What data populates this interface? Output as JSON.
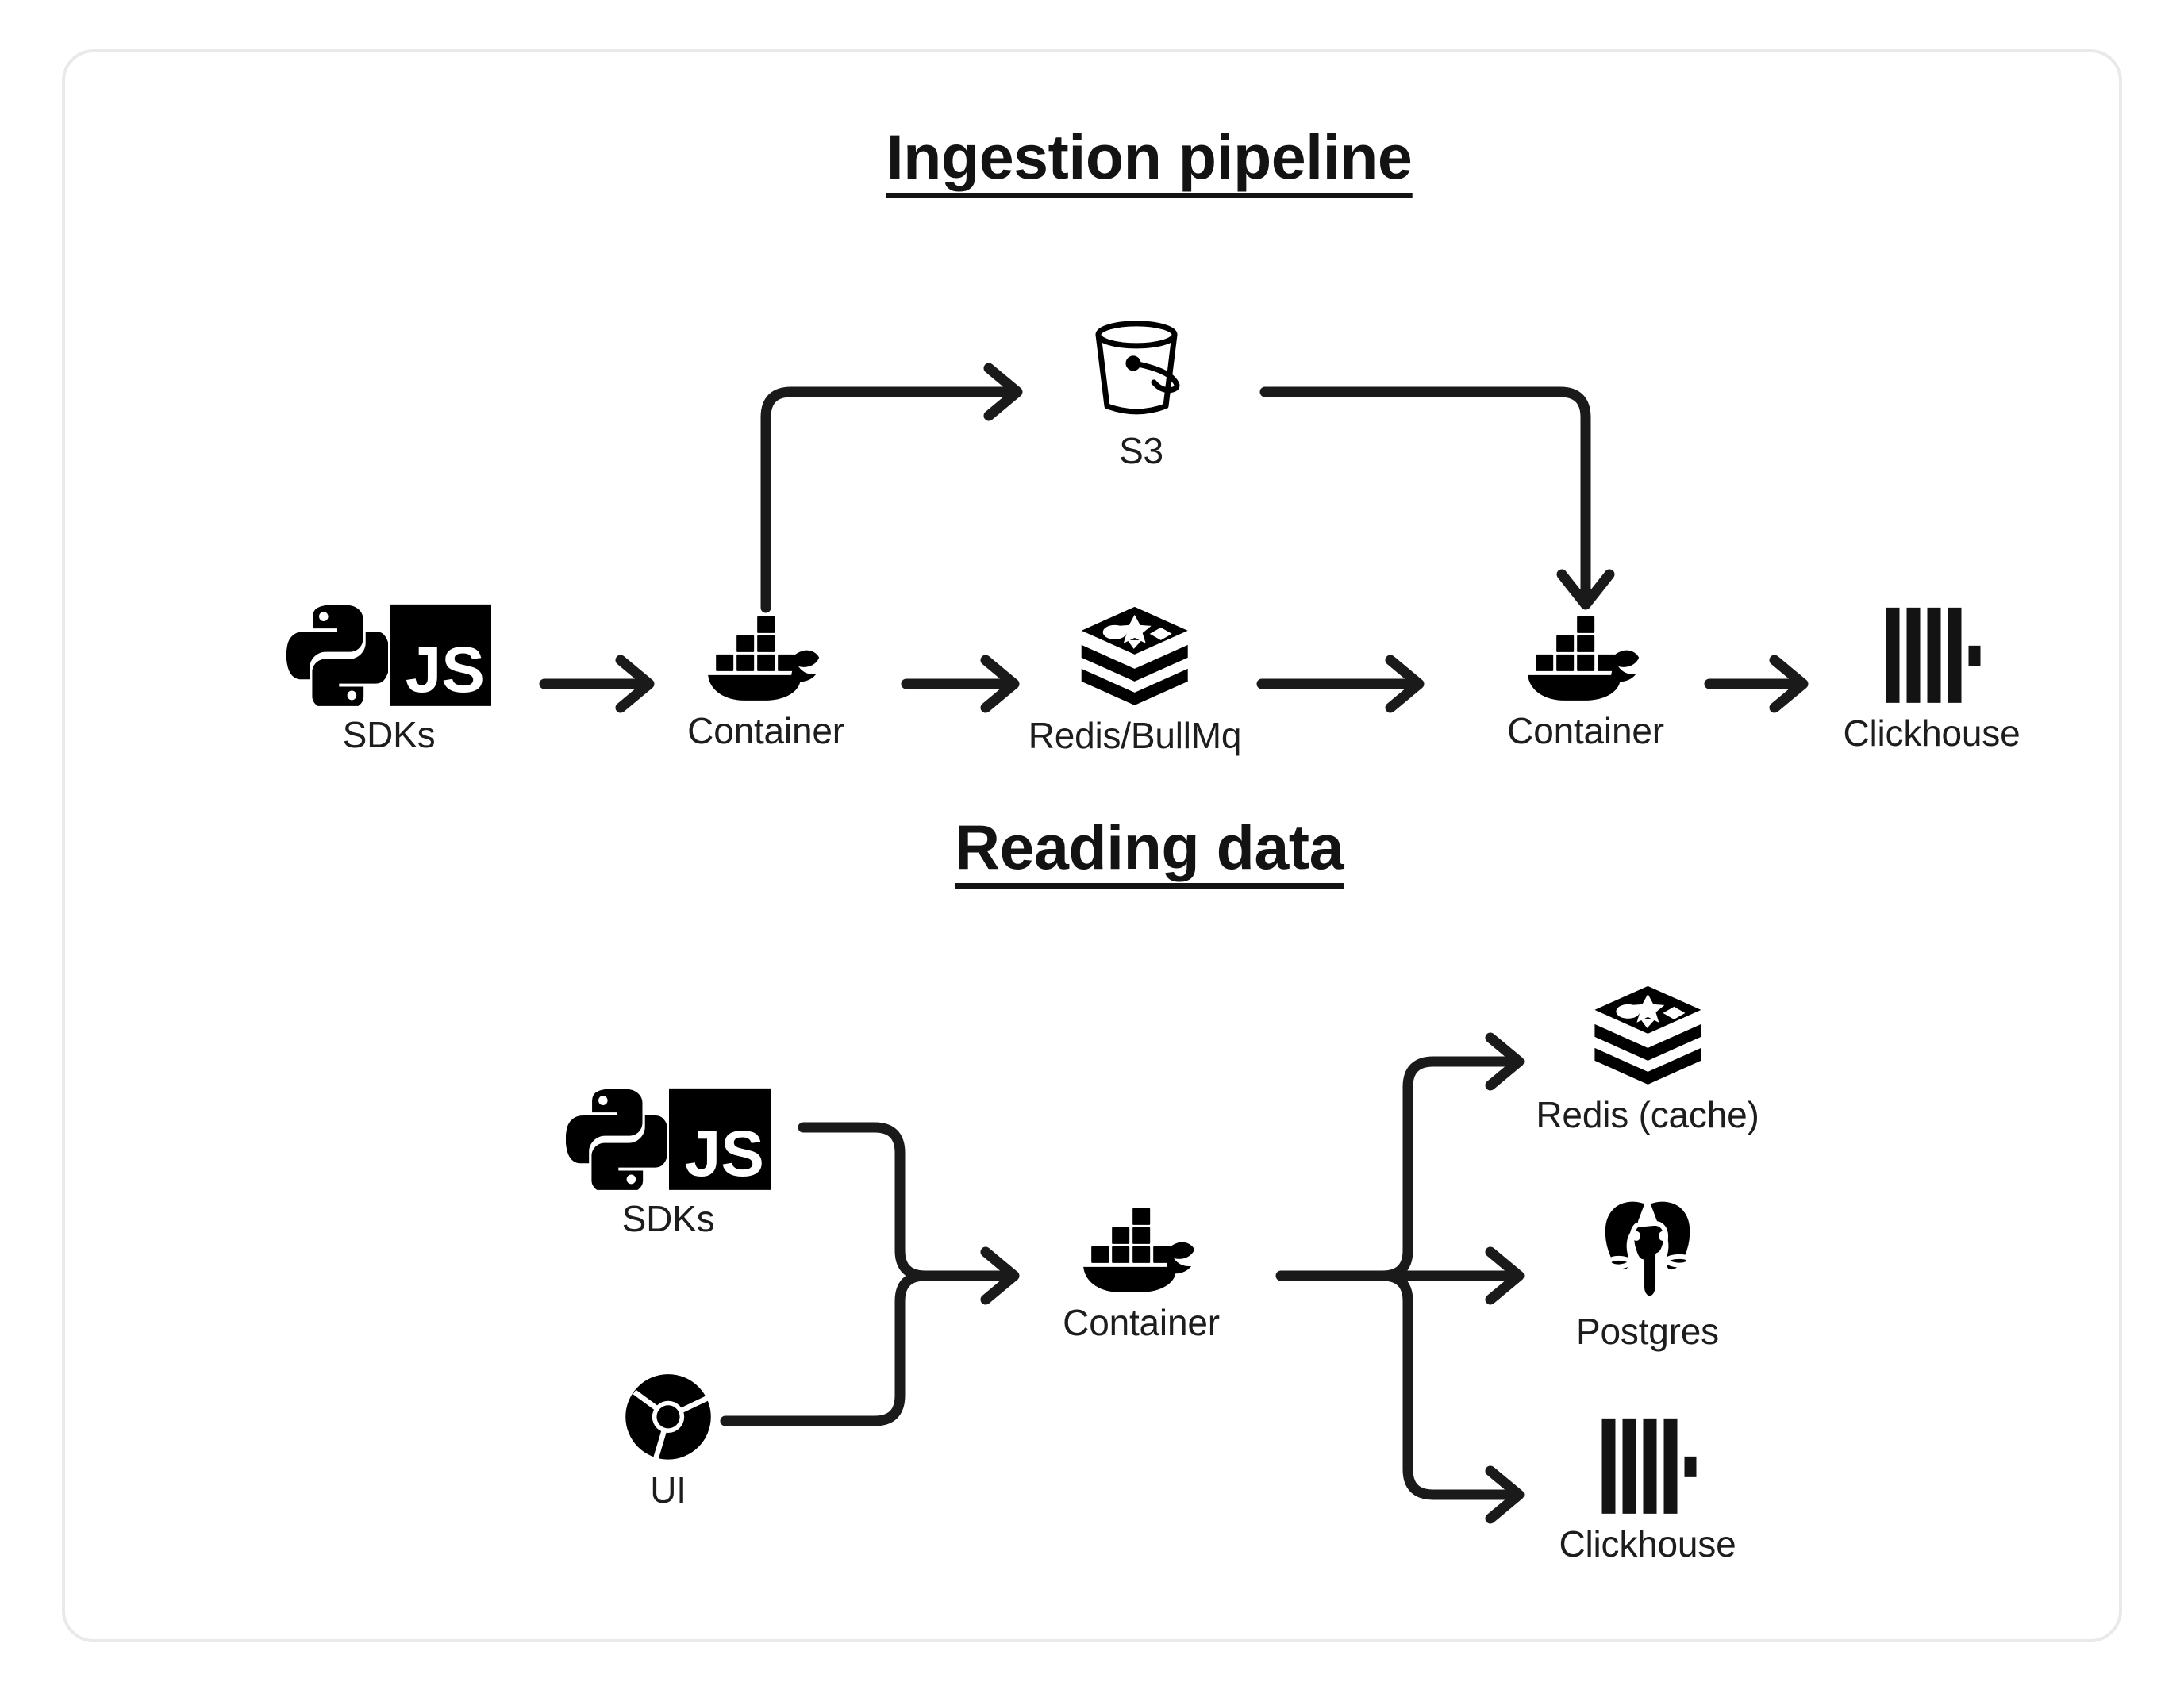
{
  "diagram": {
    "sections": [
      {
        "id": "ingestion",
        "title": "Ingestion pipeline",
        "nodes": [
          {
            "id": "sdks-1",
            "label": "SDKs",
            "icons": [
              "python-icon",
              "javascript-icon"
            ]
          },
          {
            "id": "container-1",
            "label": "Container",
            "icons": [
              "docker-icon"
            ]
          },
          {
            "id": "s3",
            "label": "S3",
            "icons": [
              "s3-bucket-icon"
            ]
          },
          {
            "id": "redis-bullmq",
            "label": "Redis/BullMq",
            "icons": [
              "redis-icon"
            ]
          },
          {
            "id": "container-2",
            "label": "Container",
            "icons": [
              "docker-icon"
            ]
          },
          {
            "id": "clickhouse-1",
            "label": "Clickhouse",
            "icons": [
              "clickhouse-icon"
            ]
          }
        ],
        "edges": [
          {
            "from": "sdks-1",
            "to": "container-1",
            "shape": "straight"
          },
          {
            "from": "container-1",
            "to": "s3",
            "shape": "up-right"
          },
          {
            "from": "container-1",
            "to": "redis-bullmq",
            "shape": "straight"
          },
          {
            "from": "s3",
            "to": "container-2",
            "shape": "right-down"
          },
          {
            "from": "redis-bullmq",
            "to": "container-2",
            "shape": "straight"
          },
          {
            "from": "container-2",
            "to": "clickhouse-1",
            "shape": "straight"
          }
        ]
      },
      {
        "id": "reading",
        "title": "Reading data",
        "nodes": [
          {
            "id": "sdks-2",
            "label": "SDKs",
            "icons": [
              "python-icon",
              "javascript-icon"
            ]
          },
          {
            "id": "ui",
            "label": "UI",
            "icons": [
              "chrome-icon"
            ]
          },
          {
            "id": "container-3",
            "label": "Container",
            "icons": [
              "docker-icon"
            ]
          },
          {
            "id": "redis-cache",
            "label": "Redis (cache)",
            "icons": [
              "redis-icon"
            ]
          },
          {
            "id": "postgres",
            "label": "Postgres",
            "icons": [
              "postgres-icon"
            ]
          },
          {
            "id": "clickhouse-2",
            "label": "Clickhouse",
            "icons": [
              "clickhouse-icon"
            ]
          }
        ],
        "edges": [
          {
            "from": "sdks-2",
            "to": "container-3",
            "shape": "merge-top"
          },
          {
            "from": "ui",
            "to": "container-3",
            "shape": "merge-bottom"
          },
          {
            "from": "container-3",
            "to": "redis-cache",
            "shape": "branch-up"
          },
          {
            "from": "container-3",
            "to": "postgres",
            "shape": "branch-straight"
          },
          {
            "from": "container-3",
            "to": "clickhouse-2",
            "shape": "branch-down"
          }
        ]
      }
    ],
    "js_badge_text": "JS",
    "colors": {
      "ink": "#131313",
      "label": "#1d1d1d",
      "wire": "#1a1a1a",
      "card_border": "#e9e9e9",
      "background": "#ffffff"
    }
  }
}
